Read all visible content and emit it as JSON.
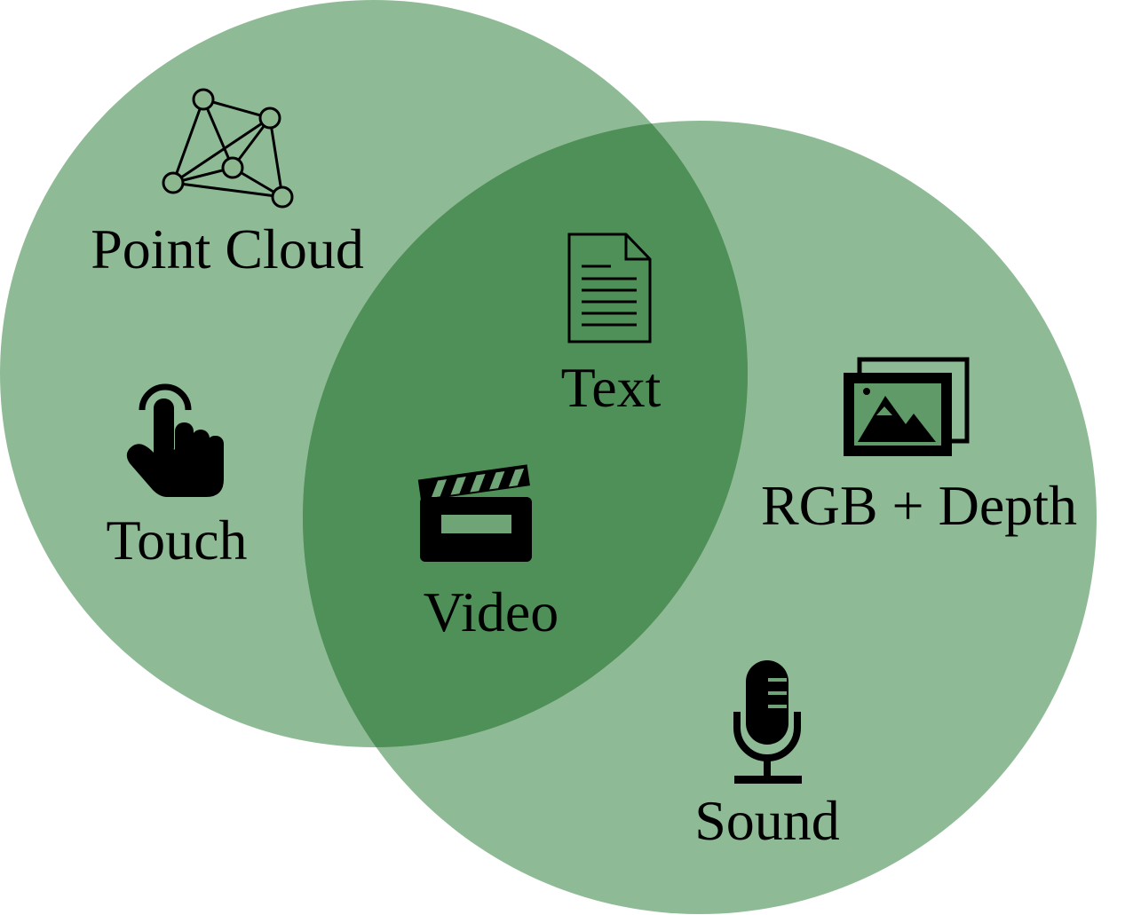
{
  "diagram": {
    "type": "venn",
    "colors": {
      "circle_fill": "#3d8a49",
      "circle_opacity": 0.58,
      "overlap_fill": "#4f9058",
      "icon": "#000000"
    },
    "sets": [
      {
        "name": "left-circle"
      },
      {
        "name": "right-circle"
      }
    ],
    "items": {
      "point_cloud": {
        "label": "Point Cloud",
        "icon": "point-cloud-icon",
        "region": "left-only"
      },
      "touch": {
        "label": "Touch",
        "icon": "touch-hand-icon",
        "region": "left-only"
      },
      "text": {
        "label": "Text",
        "icon": "document-icon",
        "region": "overlap"
      },
      "video": {
        "label": "Video",
        "icon": "clapperboard-icon",
        "region": "overlap"
      },
      "rgb_depth": {
        "label": "RGB + Depth",
        "icon": "image-stack-icon",
        "region": "right-only"
      },
      "sound": {
        "label": "Sound",
        "icon": "microphone-icon",
        "region": "right-only"
      }
    }
  }
}
